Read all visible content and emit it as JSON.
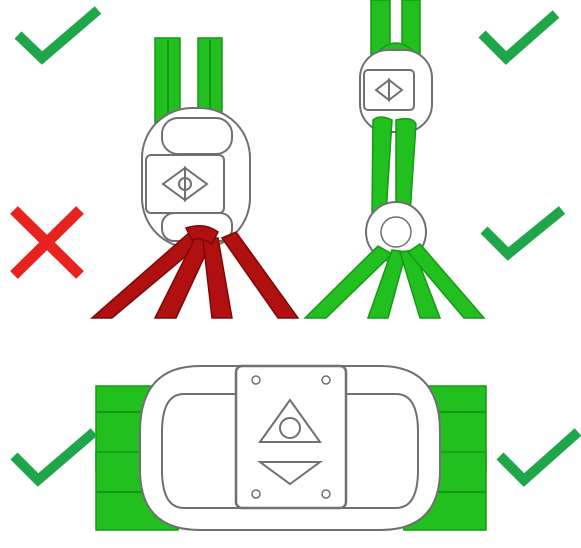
{
  "colors": {
    "approved": "#1fa64a",
    "rejected": "#e8231f",
    "sling_good": "#22c01f",
    "sling_good_dark": "#159914",
    "sling_bad": "#b01010",
    "sling_bad_dark": "#7d0808",
    "metal_outline": "#707070",
    "metal_fill": "#ffffff"
  },
  "panels": [
    {
      "id": "top-left",
      "status": "rejected",
      "mark": "cross-icon"
    },
    {
      "id": "top-right",
      "status": "approved",
      "mark": "check-icon"
    },
    {
      "id": "bottom",
      "status": "approved",
      "mark": "check-icon"
    }
  ],
  "marks": [
    {
      "name": "check-mark-top-left",
      "icon": "check-icon",
      "status": "approved"
    },
    {
      "name": "cross-mark-left",
      "icon": "cross-icon",
      "status": "rejected"
    },
    {
      "name": "check-mark-top-right",
      "icon": "check-icon",
      "status": "approved"
    },
    {
      "name": "check-mark-mid-right",
      "icon": "check-icon",
      "status": "approved"
    },
    {
      "name": "check-mark-bottom-left",
      "icon": "check-icon",
      "status": "approved"
    },
    {
      "name": "check-mark-bottom-right",
      "icon": "check-icon",
      "status": "approved"
    }
  ]
}
